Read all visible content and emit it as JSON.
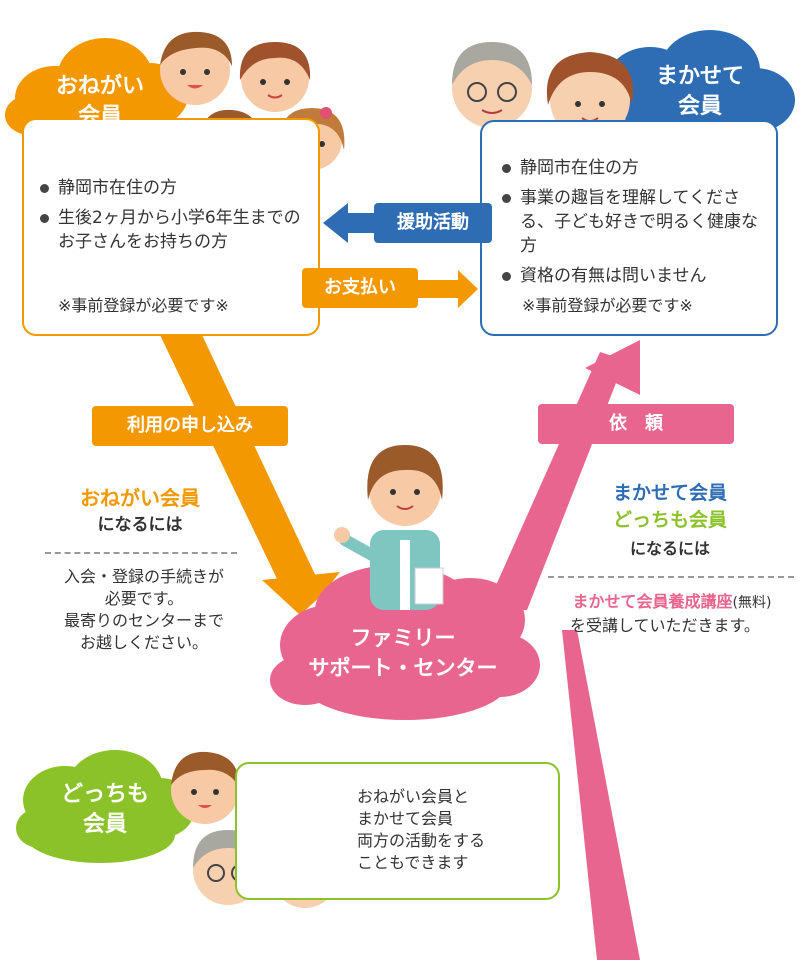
{
  "colors": {
    "orange": "#f39800",
    "blue": "#2e6db4",
    "pink": "#e8658f",
    "green": "#8bc22a",
    "text": "#333333"
  },
  "onegai": {
    "cloud_line1": "おねがい",
    "cloud_line2": "会員",
    "items": [
      "静岡市在住の方",
      "生後2ヶ月から小学6年生までのお子さんをお持ちの方"
    ],
    "note": "※事前登録が必要です※"
  },
  "makasete": {
    "cloud_line1": "まかせて",
    "cloud_line2": "会員",
    "items": [
      "静岡市在住の方",
      "事業の趣旨を理解してくださる、子ども好きで明るく健康な方",
      "資格の有無は問いません"
    ],
    "note": "※事前登録が必要です※"
  },
  "arrows": {
    "support": "援助活動",
    "payment": "お支払い",
    "apply": "利用の申し込み",
    "request": "依　頼"
  },
  "left_info": {
    "title": "おねがい会員",
    "subtitle": "になるには",
    "body": [
      "入会・登録の手続きが",
      "必要です。",
      "最寄りのセンターまで",
      "お越しください。"
    ]
  },
  "right_info": {
    "title1": "まかせて会員",
    "title2": "どっちも会員",
    "subtitle": "になるには",
    "course": "まかせて会員養成講座",
    "course_suffix": "(無料)",
    "body": "を受講していただきます。"
  },
  "center": {
    "line1": "ファミリー",
    "line2": "サポート・センター"
  },
  "dotchi": {
    "cloud_line1": "どっちも",
    "cloud_line2": "会員",
    "body": [
      "おねがい会員と",
      "まかせて会員",
      "両方の活動をする",
      "こともできます"
    ]
  }
}
